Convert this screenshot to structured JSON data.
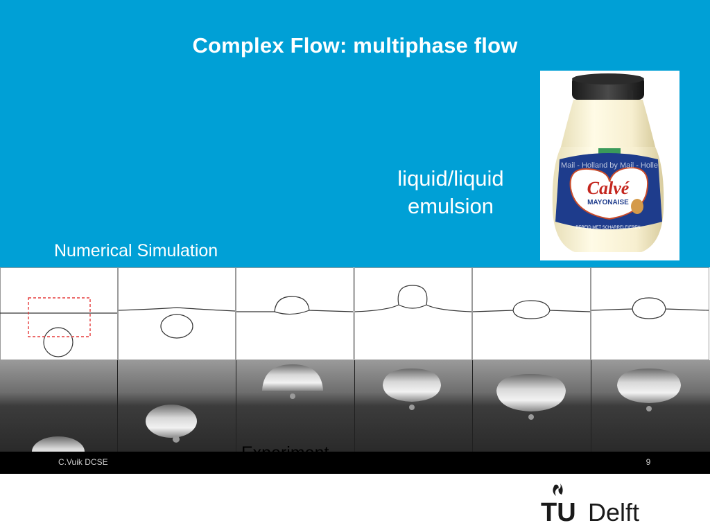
{
  "slide": {
    "title": "Complex Flow: multiphase flow",
    "emulsion_line1": "liquid/liquid",
    "emulsion_line2": "emulsion",
    "numerical_label": "Numerical Simulation",
    "experiment_label": "Experiment"
  },
  "jar": {
    "brand": "Calvé",
    "product": "MAYONAISE",
    "watermark": "Mail - Holland by Mail - Holle",
    "band_text": "BEREID MET SCHARRELEIEREN"
  },
  "footer": {
    "author": "C.Vuik DCSE",
    "page_number": "9"
  },
  "logo": {
    "tu": "TU",
    "delft": "Delft"
  },
  "colors": {
    "slide_background": "#00a0d6",
    "footer_background": "#000000",
    "highlight_box": "#e53a3a"
  }
}
